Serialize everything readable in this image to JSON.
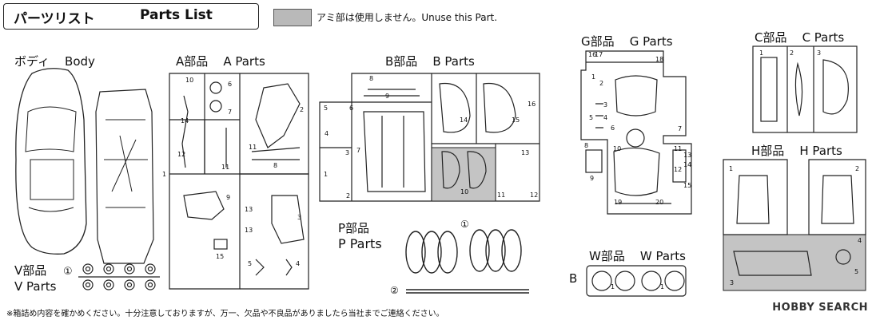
{
  "header": {
    "title_jp": "パーツリスト",
    "title_en": "Parts List"
  },
  "legend": {
    "text": "アミ部は使用しません。Unuse this Part.",
    "swatch_color": "#b9b9b9"
  },
  "body": {
    "label_jp": "ボディ",
    "label_en": "Body",
    "marker": "1"
  },
  "a_parts": {
    "label_jp": "A部品",
    "label_en": "A Parts",
    "nums": [
      "10",
      "6",
      "7",
      "2",
      "14",
      "12",
      "11",
      "11",
      "8",
      "9",
      "13",
      "3",
      "13",
      "15",
      "5",
      "4",
      "1"
    ]
  },
  "b_parts": {
    "label_jp": "B部品",
    "label_en": "B Parts",
    "nums": [
      "8",
      "9",
      "5",
      "6",
      "4",
      "3",
      "7",
      "1",
      "2",
      "14",
      "15",
      "16",
      "10",
      "13",
      "11",
      "12"
    ]
  },
  "g_parts": {
    "label_jp": "G部品",
    "label_en": "G Parts",
    "nums": [
      "16",
      "17",
      "18",
      "1",
      "2",
      "3",
      "4",
      "5",
      "6",
      "7",
      "8",
      "9",
      "10",
      "11",
      "12",
      "13",
      "14",
      "15",
      "19",
      "20"
    ]
  },
  "c_parts": {
    "label_jp": "C部品",
    "label_en": "C Parts",
    "nums": [
      "1",
      "2",
      "3"
    ]
  },
  "h_parts": {
    "label_jp": "H部品",
    "label_en": "H Parts",
    "nums": [
      "1",
      "2",
      "3",
      "4",
      "5"
    ]
  },
  "p_parts": {
    "label_jp": "P部品",
    "label_en": "P Parts",
    "marker1": "①",
    "marker2": "②"
  },
  "v_parts": {
    "label_jp": "V部品",
    "label_en": "V Parts",
    "marker": "①"
  },
  "w_parts": {
    "label_jp": "W部品",
    "label_en": "W Parts",
    "side": "B",
    "nums": [
      "1",
      "1"
    ]
  },
  "footer": {
    "text": "※箱詰め内容を確かめください。十分注意しておりますが、万一、欠品や不良品がありましたら当社までご連絡ください。",
    "brand": "HOBBY SEARCH"
  }
}
